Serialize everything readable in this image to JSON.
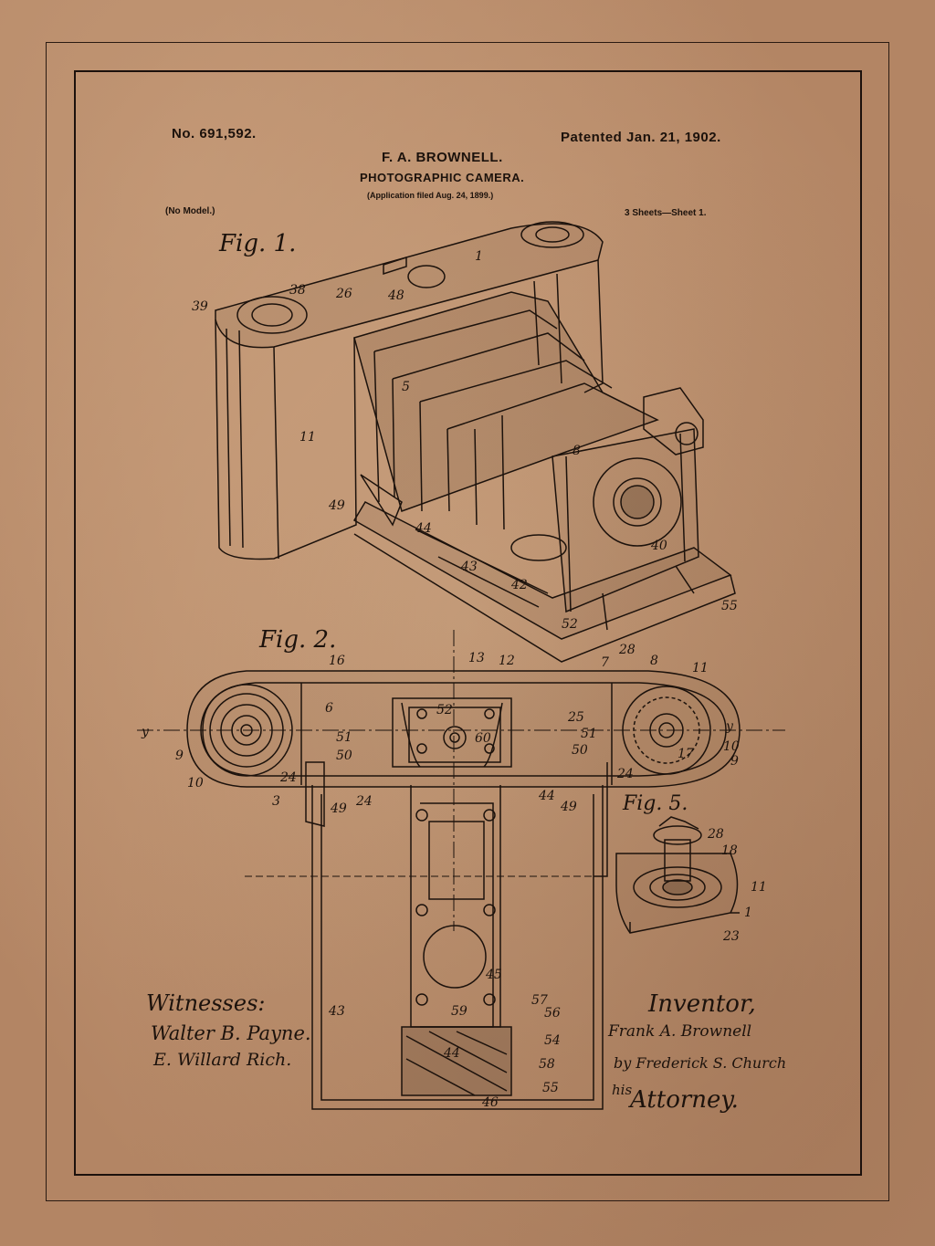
{
  "header": {
    "patent_number": "No. 691,592.",
    "patent_date": "Patented Jan. 21, 1902.",
    "inventor_name": "F. A. BROWNELL.",
    "title": "PHOTOGRAPHIC CAMERA.",
    "application": "(Application filed Aug. 24, 1899.)",
    "model_note": "(No Model.)",
    "sheets": "3 Sheets—Sheet 1."
  },
  "figures": {
    "fig1_label": "Fig. 1.",
    "fig2_label": "Fig. 2.",
    "fig5_label": "Fig. 5."
  },
  "signatures": {
    "witnesses_label": "Witnesses:",
    "witness_1": "Walter B. Payne.",
    "witness_2": "E. Willard Rich.",
    "inventor_label": "Inventor,",
    "inventor_signature": "Frank A. Brownell",
    "by_line": "by Frederick S. Church",
    "attorney_prefix": "his",
    "attorney_label": "Attorney."
  },
  "colors": {
    "paper": "#bf9673",
    "ink": "#1c120c"
  }
}
